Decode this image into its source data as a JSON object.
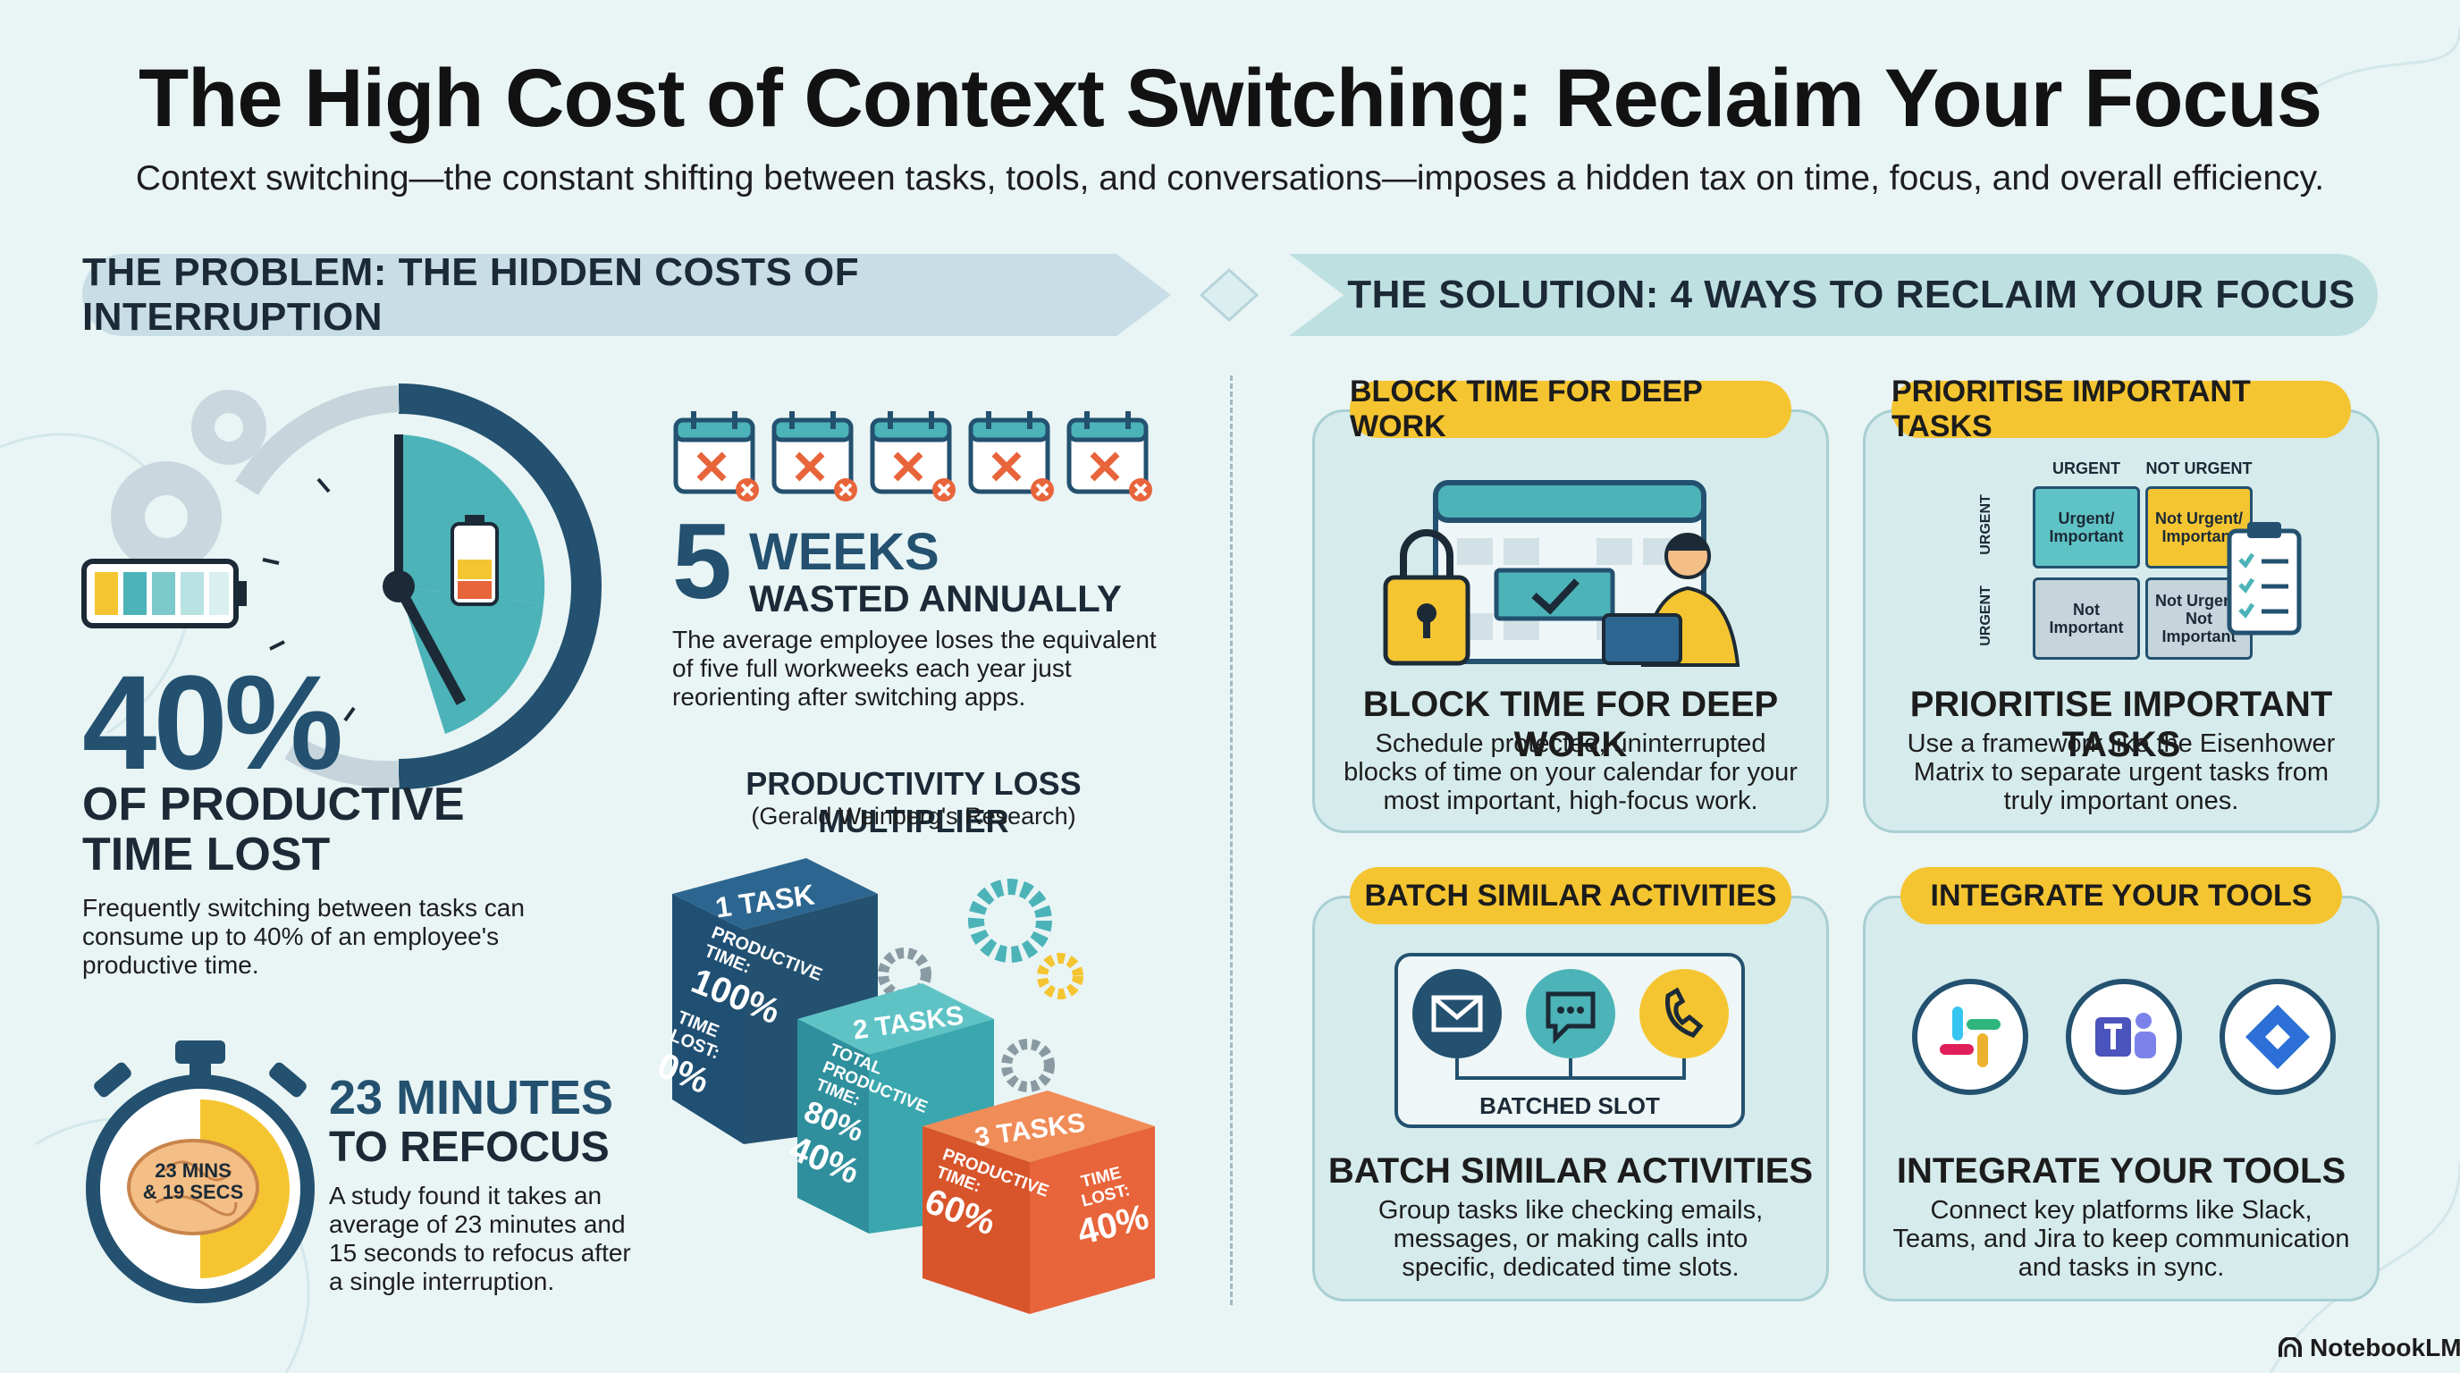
{
  "title": "The High Cost of Context Switching: Reclaim Your Focus",
  "subtitle": "Context switching—the constant shifting between tasks, tools, and conversations—imposes a hidden tax on time, focus, and overall efficiency.",
  "problem": {
    "banner": "THE PROBLEM: THE HIDDEN COSTS OF INTERRUPTION",
    "stat40": {
      "value": "40%",
      "headline_line1": "OF PRODUCTIVE",
      "headline_line2": "TIME LOST",
      "desc_lines": [
        "Frequently switching between tasks can",
        "consume up to 40% of an employee's",
        "productive time."
      ]
    },
    "weeks": {
      "number": "5",
      "line1": "WEEKS",
      "line2": "WASTED ANNUALLY",
      "desc_lines": [
        "The average employee loses the equivalent",
        "of five full workweeks each year just",
        "reorienting after switching apps."
      ]
    },
    "refocus": {
      "timer_line1": "23 MINS",
      "timer_line2": "& 19 SECS",
      "headline_line1": "23 MINUTES",
      "headline_line2": "TO REFOCUS",
      "desc_lines": [
        "A study found it takes an",
        "average of 23 minutes and",
        "15 seconds to refocus after",
        "a single interruption."
      ]
    },
    "multiplier": {
      "title": "PRODUCTIVITY LOSS MULTIPLIER",
      "source": "(Gerald Weinberg's Research)",
      "blocks": [
        {
          "label": "1 TASK",
          "side_line1": "PRODUCTIVE",
          "side_line2": "TIME:",
          "side_value": "100%",
          "lost_label_1": "TIME",
          "lost_label_2": "LOST:",
          "lost_value": "0%"
        },
        {
          "label": "2 TASKS",
          "side_line1": "TOTAL",
          "side_line2": "PRODUCTIVE",
          "side_line3": "TIME:",
          "side_value": "80%",
          "lost_value": "40%"
        },
        {
          "label": "3 TASKS",
          "side_line1": "PRODUCTIVE",
          "side_line2": "TIME:",
          "side_value": "60%",
          "lost_label_1": "TIME",
          "lost_label_2": "LOST:",
          "lost_value": "40%"
        }
      ]
    }
  },
  "solution": {
    "banner": "THE SOLUTION: 4 WAYS TO RECLAIM YOUR FOCUS",
    "cards": [
      {
        "pill": "BLOCK TIME FOR DEEP WORK",
        "title": "BLOCK TIME FOR DEEP WORK",
        "desc_lines": [
          "Schedule protected, uninterrupted",
          "blocks of time on your calendar for your",
          "most important, high-focus work."
        ]
      },
      {
        "pill": "PRIORITISE IMPORTANT TASKS",
        "title": "PRIORITISE IMPORTANT TASKS",
        "desc_lines": [
          "Use a framework like the Eisenhower",
          "Matrix to separate urgent tasks from",
          "truly important ones."
        ]
      },
      {
        "pill": "BATCH SIMILAR ACTIVITIES",
        "title": "BATCH SIMILAR ACTIVITIES",
        "desc_lines": [
          "Group tasks like checking emails,",
          "messages, or making calls into",
          "specific, dedicated time slots."
        ],
        "slot_label": "BATCHED SLOT"
      },
      {
        "pill": "INTEGRATE YOUR TOOLS",
        "title": "INTEGRATE YOUR TOOLS",
        "desc_lines": [
          "Connect key platforms like Slack,",
          "Teams, and Jira to keep communication",
          "and tasks in sync."
        ]
      }
    ],
    "matrix": {
      "col1": "URGENT",
      "col2": "NOT URGENT",
      "row1": "URGENT",
      "row2": "URGENT",
      "c11_1": "Urgent/",
      "c11_2": "Important",
      "c12_1": "Not Urgent/",
      "c12_2": "Important",
      "c21_1": "Not",
      "c21_2": "Important",
      "c22_1": "Not Urgent/",
      "c22_2": "Not Important"
    }
  },
  "brand": "NotebookLM",
  "colors": {
    "navy": "#23516f",
    "teal": "#4cb3b8",
    "yellow": "#f5c531",
    "orange": "#e8643a",
    "bg": "#e9f4f5"
  }
}
